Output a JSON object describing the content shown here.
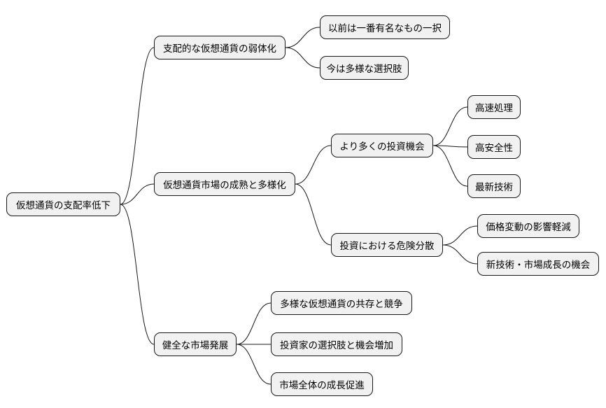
{
  "root": {
    "label": "仮想通貨の支配率低下"
  },
  "branches": [
    {
      "label": "支配的な仮想通貨の弱体化",
      "children": [
        {
          "label": "以前は一番有名なもの一択"
        },
        {
          "label": "今は多様な選択肢"
        }
      ]
    },
    {
      "label": "仮想通貨市場の成熟と多様化",
      "children": [
        {
          "label": "より多くの投資機会",
          "children": [
            {
              "label": "高速処理"
            },
            {
              "label": "高安全性"
            },
            {
              "label": "最新技術"
            }
          ]
        },
        {
          "label": "投資における危険分散",
          "children": [
            {
              "label": "価格変動の影響軽減"
            },
            {
              "label": "新技術・市場成長の機会"
            }
          ]
        }
      ]
    },
    {
      "label": "健全な市場発展",
      "children": [
        {
          "label": "多様な仮想通貨の共存と競争"
        },
        {
          "label": "投資家の選択肢と機会増加"
        },
        {
          "label": "市場全体の成長促進"
        }
      ]
    }
  ]
}
